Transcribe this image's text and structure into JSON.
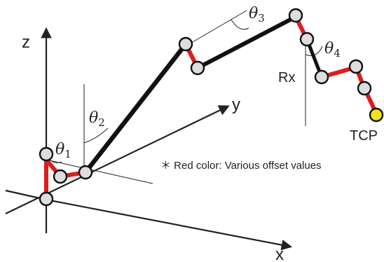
{
  "labels": {
    "axis_z": "z",
    "axis_y": "y",
    "axis_x": "x",
    "theta1": "θ",
    "theta1_sub": "1",
    "theta2": "θ",
    "theta2_sub": "2",
    "theta3": "θ",
    "theta3_sub": "3",
    "theta4": "θ",
    "theta4_sub": "4",
    "rx": "Rx",
    "tcp": "TCP",
    "note": "＊ Red color: Various offset values"
  },
  "colors": {
    "link": "#111111",
    "offset": "#e01b1b",
    "joint": "#dddddd",
    "tcp": "#f2e21a"
  }
}
